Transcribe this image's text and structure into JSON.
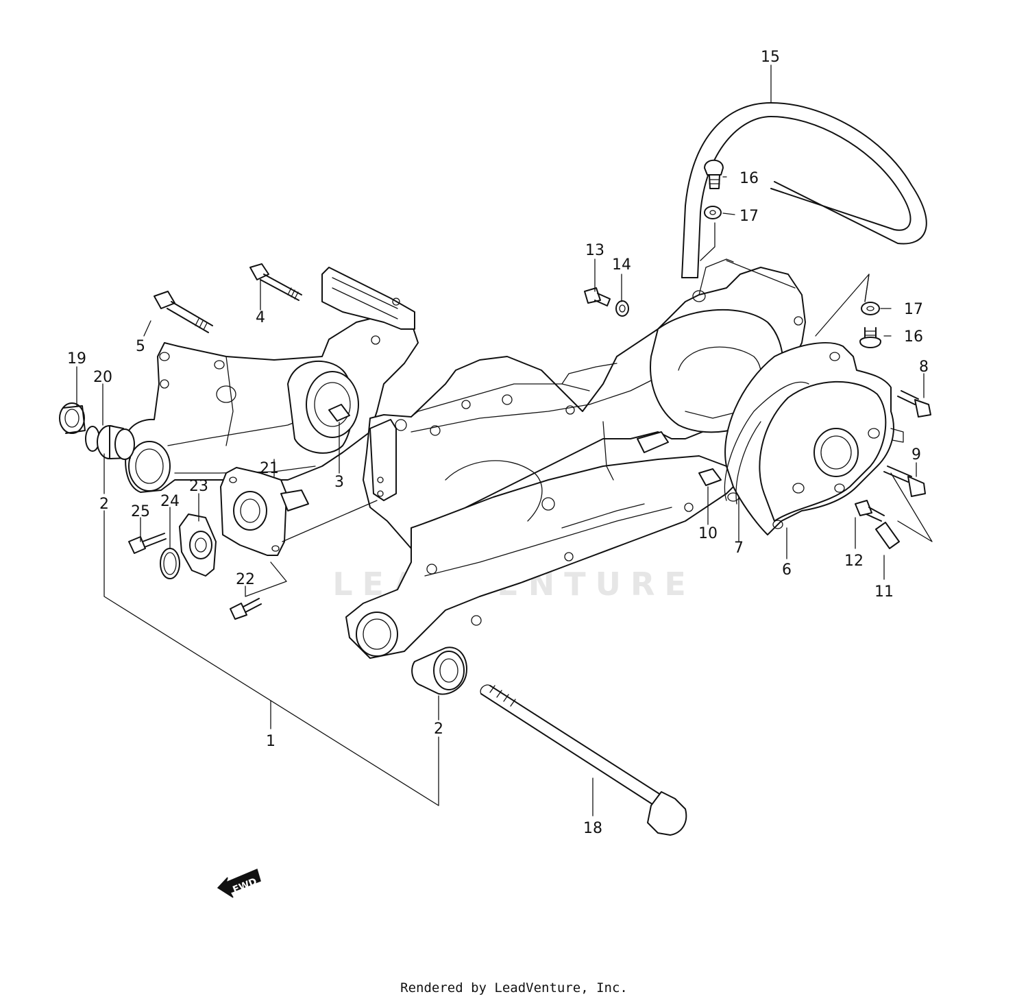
{
  "watermark": "LEADVENTURE",
  "fwd_arrow": "FWD",
  "footer": "Rendered by LeadVenture, Inc.",
  "callouts": {
    "c1": "1",
    "c2a": "2",
    "c2b": "2",
    "c3": "3",
    "c4": "4",
    "c5": "5",
    "c6": "6",
    "c7": "7",
    "c8": "8",
    "c9": "9",
    "c10": "10",
    "c11": "11",
    "c12": "12",
    "c13": "13",
    "c14": "14",
    "c15": "15",
    "c16a": "16",
    "c16b": "16",
    "c17a": "17",
    "c17b": "17",
    "c18": "18",
    "c19": "19",
    "c20": "20",
    "c21": "21",
    "c22": "22",
    "c23": "23",
    "c24": "24",
    "c25": "25"
  }
}
